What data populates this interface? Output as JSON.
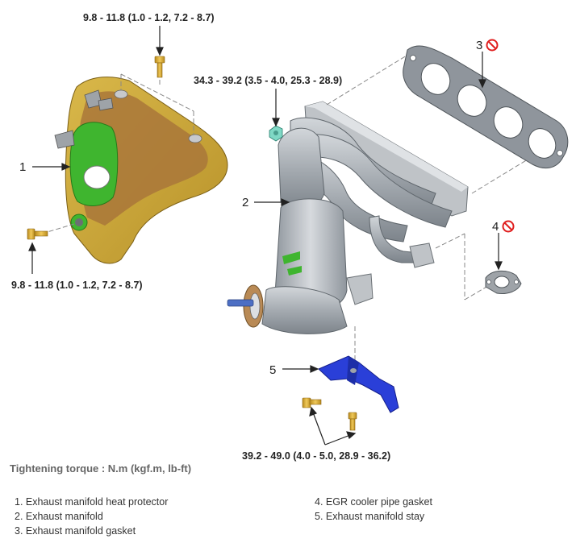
{
  "torque_labels": {
    "protector_top": "9.8 - 11.8 (1.0 - 1.2, 7.2 - 8.7)",
    "protector_bottom": "9.8 - 11.8 (1.0 - 1.2, 7.2 - 8.7)",
    "manifold_nut": "34.3 - 39.2 (3.5 - 4.0, 25.3 - 28.9)",
    "stay_bolts": "39.2 - 49.0 (4.0 - 5.0, 28.9 - 36.2)"
  },
  "callouts": {
    "c1": "1",
    "c2": "2",
    "c3": "3",
    "c4": "4",
    "c5": "5"
  },
  "icons": {
    "no_reuse": "no-reuse-icon"
  },
  "colors": {
    "heat_protector": "#c9a42c",
    "heat_protector_inner": "#a9773a",
    "green_pad": "#3fb52f",
    "manifold_gray": "#a8aeb3",
    "gasket_gray": "#8f959c",
    "stay_blue": "#2a3fd8",
    "bolt_gold": "#e0b13b",
    "nut_teal": "#7fd8c5",
    "no_reuse_red": "#e01e1e",
    "flange_gasket": "#b98a55"
  },
  "legend": {
    "title": "Tightening torque : N.m (kgf.m, lb-ft)",
    "items": [
      "1. Exhaust manifold heat protector",
      "2. Exhaust manifold",
      "3. Exhaust manifold gasket",
      "4. EGR cooler pipe gasket",
      "5. Exhaust manifold stay"
    ]
  }
}
